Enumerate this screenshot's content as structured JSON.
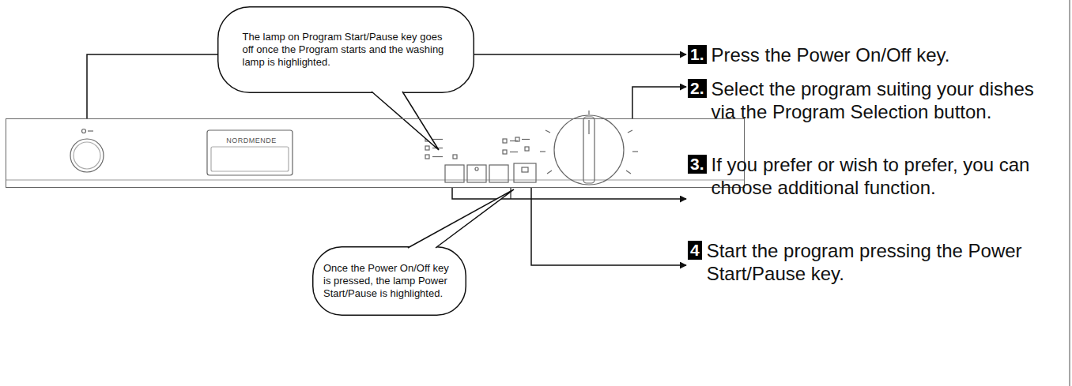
{
  "diagram": {
    "nodes": [
      {
        "text": [
          "The lamp on Program Start/Pause key goes off once the Program starts and the washing lamp is highlighted."
        ]
      },
      {
        "text": [
          "NORDMENDE"
        ]
      },
      {
        "text": [
          "Once the Power On/Off key is pressed, the lamp Power Start/Pause is highlighted."
        ]
      },
      {
        "text": [
          "1.",
          "Press the Power On/Off key."
        ]
      },
      {
        "text": [
          "2.",
          "Select the program suiting your dishes via the Program Selection button."
        ]
      },
      {
        "text": [
          "3.",
          "If you prefer or wish to prefer, you can choose additional function."
        ]
      },
      {
        "text": [
          "4",
          "Start the program pressing the Power Start/Pause key."
        ]
      }
    ],
    "edges": [
      {
        "from": 1,
        "to": 3,
        "arrow": "to"
      },
      {
        "from": 1,
        "to": 4,
        "arrow": "to"
      },
      {
        "from": 1,
        "to": 5,
        "arrow": "to"
      },
      {
        "from": 1,
        "to": 6,
        "arrow": "to"
      }
    ]
  }
}
